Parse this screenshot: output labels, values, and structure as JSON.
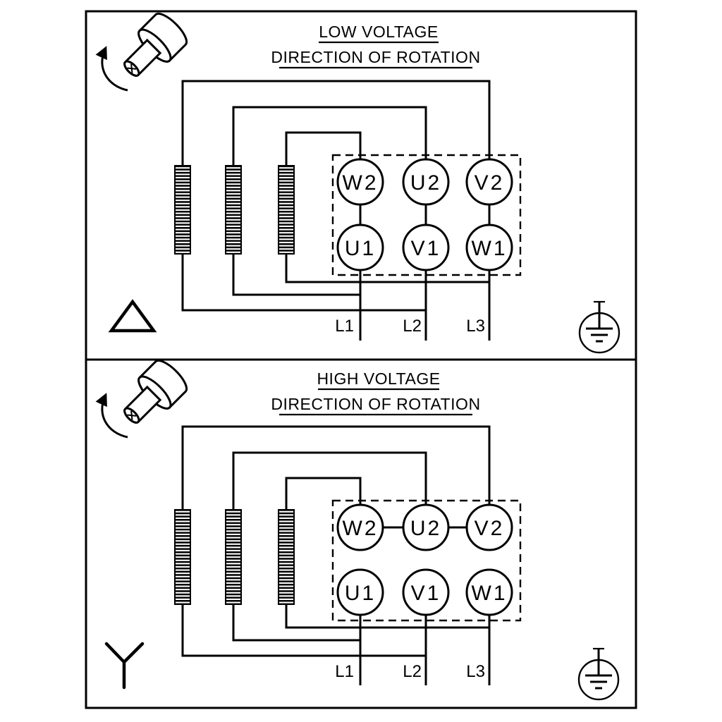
{
  "colors": {
    "background": "#ffffff",
    "line": "#000000"
  },
  "panels": [
    {
      "id": "low-voltage",
      "title": "LOW VOLTAGE",
      "subtitle": "DIRECTION OF ROTATION",
      "connection": "delta",
      "terminals": {
        "top": [
          "W2",
          "U2",
          "V2"
        ],
        "bottom": [
          "U1",
          "V1",
          "W1"
        ]
      },
      "supply": [
        "L1",
        "L2",
        "L3"
      ]
    },
    {
      "id": "high-voltage",
      "title": "HIGH VOLTAGE",
      "subtitle": "DIRECTION OF ROTATION",
      "connection": "star",
      "terminals": {
        "top": [
          "W2",
          "U2",
          "V2"
        ],
        "bottom": [
          "U1",
          "V1",
          "W1"
        ]
      },
      "supply": [
        "L1",
        "L2",
        "L3"
      ]
    }
  ],
  "icons": {
    "rotation": "motor-shaft-rotation-icon",
    "ground": "earth-ground-icon",
    "delta": "delta-connection-symbol",
    "star": "star-connection-symbol"
  }
}
